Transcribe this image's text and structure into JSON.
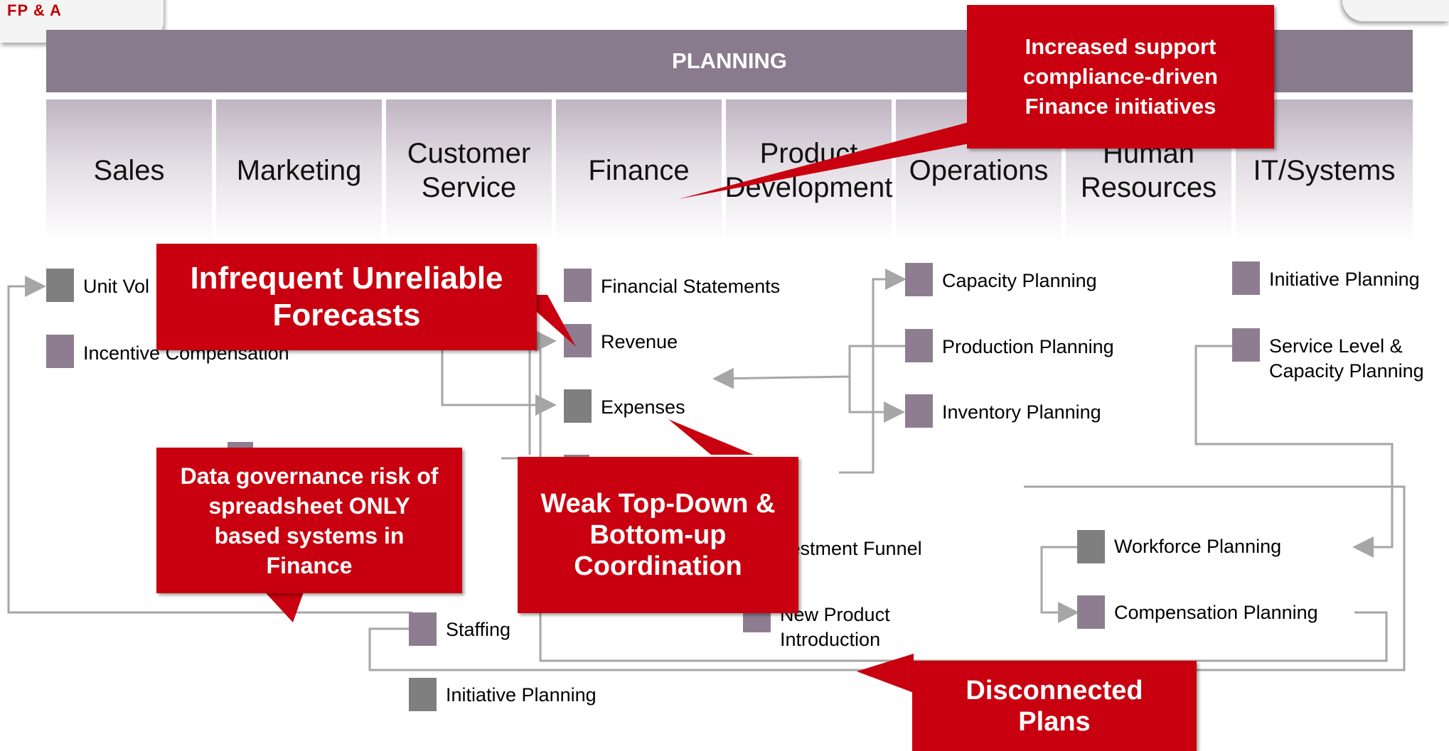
{
  "header": {
    "corner_label": "FP & A",
    "banner_title": "PLANNING"
  },
  "departments": [
    {
      "key": "sales",
      "label": "Sales"
    },
    {
      "key": "marketing",
      "label": "Marketing"
    },
    {
      "key": "customer-service",
      "label": "Customer Service"
    },
    {
      "key": "finance",
      "label": "Finance"
    },
    {
      "key": "product-development",
      "label": "Product Development"
    },
    {
      "key": "operations",
      "label": "Operations"
    },
    {
      "key": "human-resources",
      "label": "Human Resources"
    },
    {
      "key": "it-systems",
      "label": "IT/Systems"
    }
  ],
  "items": {
    "unit_volume": "Unit Vol",
    "incentive_compensation": "Incentive Compensation",
    "financial_statements": "Financial Statements",
    "revenue": "Revenue",
    "expenses": "Expenses",
    "capacity_planning": "Capacity Planning",
    "production_planning": "Production Planning",
    "inventory_planning": "Inventory Planning",
    "it_initiative_planning": "Initiative Planning",
    "service_level": "Service Level & Capacity Planning",
    "investment_funnel": "vestment Funnel",
    "new_product_introduction": "New Product Introduction",
    "workforce_planning": "Workforce Planning",
    "compensation_planning": "Compensation Planning",
    "staffing": "Staffing",
    "initiative_planning": "Initiative Planning"
  },
  "callouts": {
    "compliance": "Increased support compliance-driven Finance initiatives",
    "forecasts": "Infrequent Unreliable Forecasts",
    "governance": "Data governance risk of spreadsheet ONLY based systems in Finance",
    "coordination": "Weak Top-Down & Bottom-up Coordination",
    "disconnected": "Disconnected Plans"
  },
  "colors": {
    "callout": "#c8000f",
    "banner": "#8a7a8d",
    "node_purple": "#8e7d91",
    "node_gray": "#7f7f7f",
    "connector": "#a6a6a6"
  }
}
